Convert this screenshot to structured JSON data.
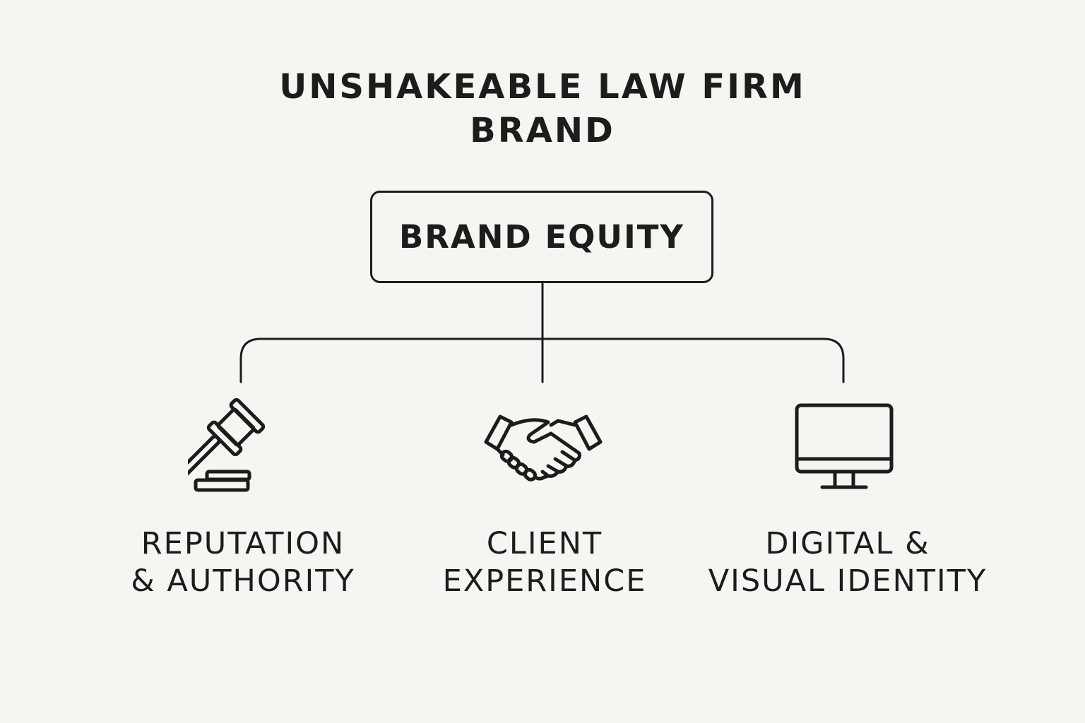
{
  "title": {
    "line1": "UNSHAKEABLE LAW FIRM",
    "line2": "BRAND"
  },
  "root": {
    "label": "BRAND EQUITY"
  },
  "branches": [
    {
      "icon": "gavel-icon",
      "line1": "REPUTATION",
      "line2": "& AUTHORITY"
    },
    {
      "icon": "handshake-icon",
      "line1": "CLIENT",
      "line2": "EXPERIENCE"
    },
    {
      "icon": "monitor-icon",
      "line1": "DIGITAL &",
      "line2": "VISUAL IDENTITY"
    }
  ],
  "colors": {
    "background": "#f7f5f1",
    "ink": "#1c1c1c"
  }
}
